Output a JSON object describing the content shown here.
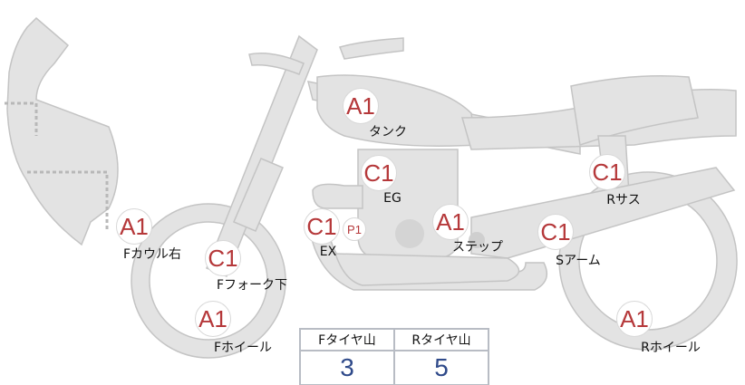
{
  "colors": {
    "body_fill": "#e3e3e3",
    "body_stroke": "#c4c4c4",
    "grade_text": "#b5383a",
    "value_text": "#2f4a8a"
  },
  "markers": [
    {
      "id": "tank",
      "grade": "A1",
      "label": "タンク"
    },
    {
      "id": "eg",
      "grade": "C1",
      "label": "EG"
    },
    {
      "id": "rsus",
      "grade": "C1",
      "label": "Rサス"
    },
    {
      "id": "fcowl",
      "grade": "A1",
      "label": "Fカウル右"
    },
    {
      "id": "ex",
      "grade": "C1",
      "label": "EX",
      "extra": "P1"
    },
    {
      "id": "step",
      "grade": "A1",
      "label": "ステップ"
    },
    {
      "id": "sarm",
      "grade": "C1",
      "label": "Sアーム"
    },
    {
      "id": "ffork",
      "grade": "C1",
      "label": "Fフォーク下"
    },
    {
      "id": "fwheel",
      "grade": "A1",
      "label": "Fホイール"
    },
    {
      "id": "rwheel",
      "grade": "A1",
      "label": "Rホイール"
    }
  ],
  "tire_table": {
    "headers": [
      "Fタイヤ山",
      "Rタイヤ山"
    ],
    "values": [
      "3",
      "5"
    ]
  }
}
